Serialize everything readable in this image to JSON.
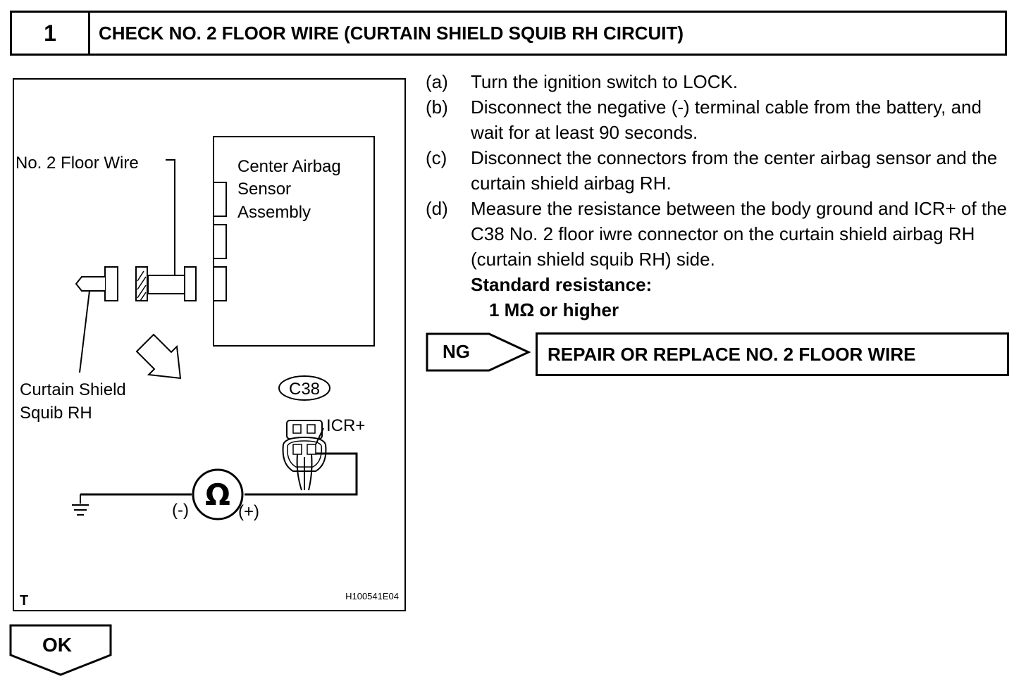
{
  "header": {
    "step_number": "1",
    "title": "CHECK NO. 2 FLOOR WIRE (CURTAIN SHIELD SQUIB RH CIRCUIT)"
  },
  "illustration": {
    "label_floor_wire": "No. 2 Floor Wire",
    "label_sensor_line1": "Center Airbag",
    "label_sensor_line2": "Sensor",
    "label_sensor_line3": "Assembly",
    "label_squib_line1": "Curtain Shield",
    "label_squib_line2": "Squib RH",
    "connector_code": "C38",
    "terminal": "ICR+",
    "ohm_symbol": "Ω",
    "minus": "(-)",
    "plus": "(+)",
    "corner_mark": "T",
    "figure_code": "H100541E04"
  },
  "instructions": {
    "items": [
      {
        "letter": "(a)",
        "text": "Turn the ignition switch to LOCK."
      },
      {
        "letter": "(b)",
        "text": "Disconnect the negative (-) terminal cable from the battery, and wait for at least 90 seconds."
      },
      {
        "letter": "(c)",
        "text": "Disconnect the connectors from the center airbag sensor and the curtain shield airbag RH."
      },
      {
        "letter": "(d)",
        "text": "Measure the resistance between the body ground and ICR+ of the C38 No. 2 floor iwre connector on the curtain shield airbag RH (curtain shield squib RH) side."
      }
    ],
    "spec_label": "Standard resistance:",
    "spec_value": "1 MΩ or higher"
  },
  "ng": {
    "label": "NG",
    "result": "REPAIR OR REPLACE NO. 2 FLOOR WIRE"
  },
  "ok": {
    "label": "OK"
  }
}
